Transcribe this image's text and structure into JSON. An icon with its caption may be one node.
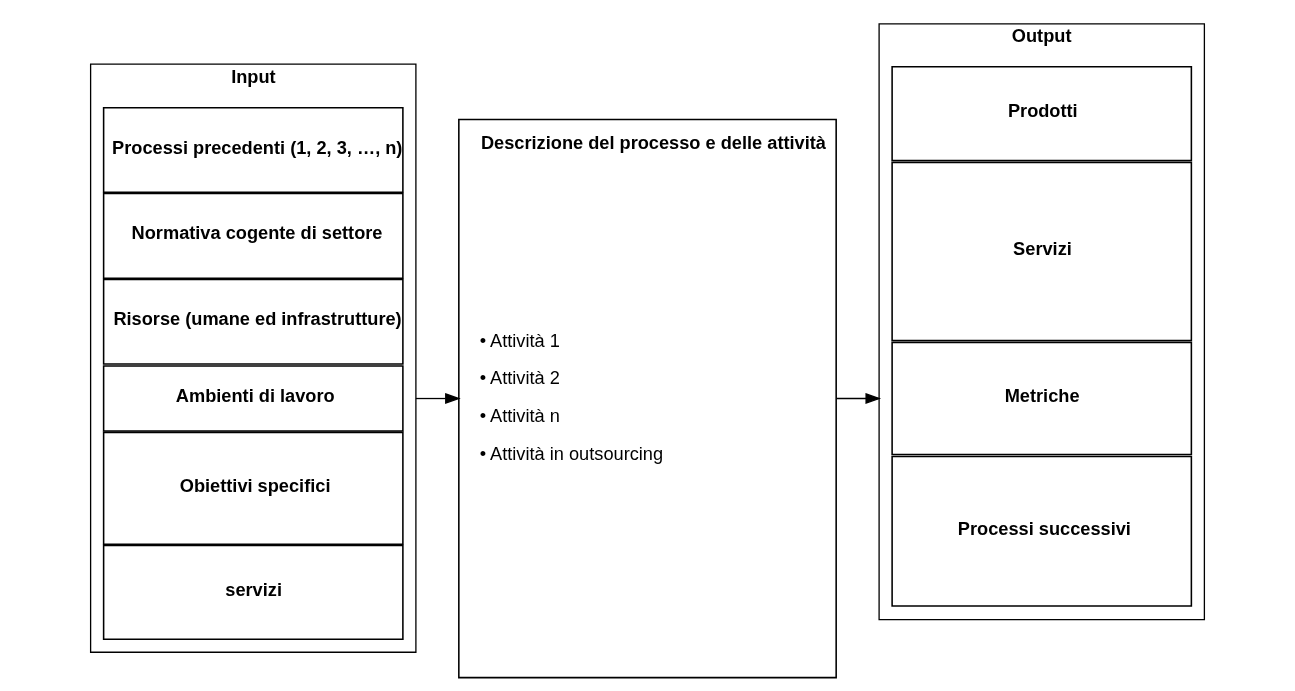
{
  "diagram": {
    "nodes": [
      {
        "text": [
          "Input"
        ]
      },
      {
        "text": [
          "Processi precedenti (1, 2, 3, …, n)"
        ],
        "in": 0
      },
      {
        "text": [
          "Normativa cogente di settore"
        ],
        "in": 0
      },
      {
        "text": [
          "Risorse (umane ed infrastrutture)"
        ],
        "in": 0
      },
      {
        "text": [
          "Ambienti di lavoro"
        ],
        "in": 0
      },
      {
        "text": [
          "Obiettivi specifici"
        ],
        "in": 0
      },
      {
        "text": [
          "servizi"
        ],
        "in": 0
      },
      {
        "text": [
          "Descrizione del processo e delle attività",
          "• Attività 1",
          "• Attività 2",
          "• Attività n",
          "• Attività in outsourcing"
        ]
      },
      {
        "text": [
          "Output"
        ]
      },
      {
        "text": [
          "Prodotti"
        ],
        "in": 8
      },
      {
        "text": [
          "Servizi"
        ],
        "in": 8
      },
      {
        "text": [
          "Metriche"
        ],
        "in": 8
      },
      {
        "text": [
          "Processi successivi"
        ],
        "in": 8
      }
    ],
    "edges": [
      {
        "from": 0,
        "to": 7,
        "arrow": "to"
      },
      {
        "from": 7,
        "to": 8,
        "arrow": "to"
      }
    ]
  }
}
